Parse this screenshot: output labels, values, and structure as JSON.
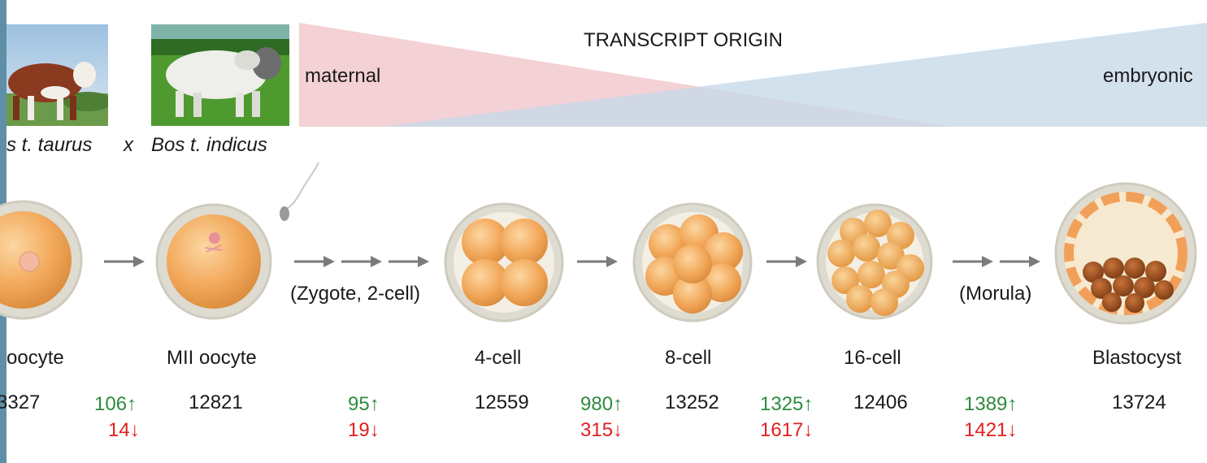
{
  "species": {
    "left": "s t. taurus",
    "cross": "x",
    "right": "Bos t. indicus"
  },
  "transcript_origin": {
    "title": "TRANSCRIPT ORIGIN",
    "maternal_label": "maternal",
    "embryonic_label": "embryonic",
    "maternal_color": "#f2c9cc",
    "embryonic_color": "#c8d9e8"
  },
  "intermediate_labels": {
    "zygote": "(Zygote, 2-cell)",
    "morula": "(Morula)"
  },
  "stages": [
    {
      "label": "oocyte",
      "count": "3327"
    },
    {
      "label": "MII oocyte",
      "count": "12821"
    },
    {
      "label": "4-cell",
      "count": "12559"
    },
    {
      "label": "8-cell",
      "count": "13252"
    },
    {
      "label": "16-cell",
      "count": "12406"
    },
    {
      "label": "Blastocyst",
      "count": "13724"
    }
  ],
  "transitions": [
    {
      "up": "106",
      "down": "14"
    },
    {
      "up": "95",
      "down": "19"
    },
    {
      "up": "980",
      "down": "315"
    },
    {
      "up": "1325",
      "down": "1617"
    },
    {
      "up": "1389",
      "down": "1421"
    }
  ],
  "arrows": {
    "up": "↑",
    "down": "↓"
  },
  "colors": {
    "up": "#2e8b3e",
    "down": "#e02020"
  }
}
